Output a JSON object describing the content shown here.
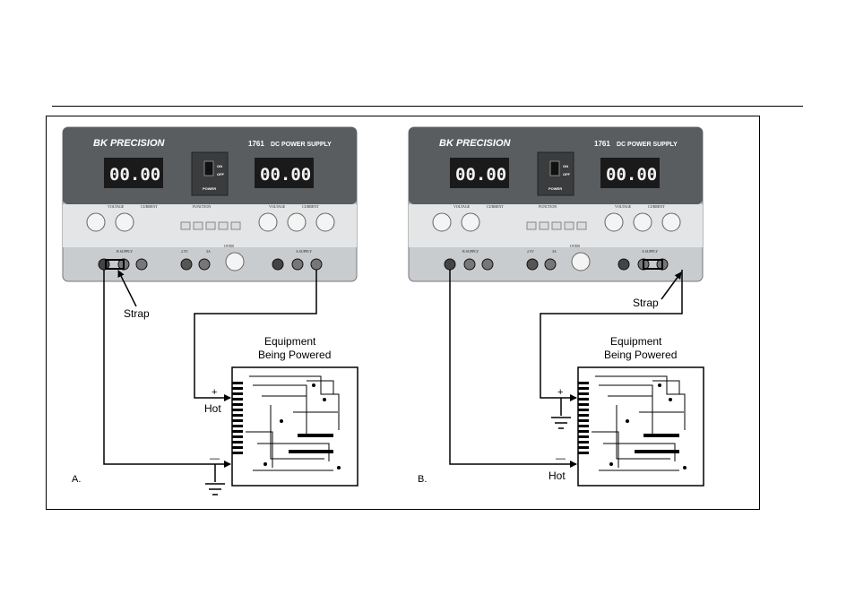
{
  "figures": [
    {
      "id": "a",
      "panel_label": "A.",
      "strap_label": "Strap",
      "load_title_1": "Equipment",
      "load_title_2": "Being Powered",
      "hot_label": "Hot",
      "plus_label": "+",
      "minus_label": "—",
      "hot_side": "plus",
      "strap_side": "left",
      "ground_side": "minus"
    },
    {
      "id": "b",
      "panel_label": "B.",
      "strap_label": "Strap",
      "load_title_1": "Equipment",
      "load_title_2": "Being Powered",
      "hot_label": "Hot",
      "plus_label": "+",
      "minus_label": "—",
      "hot_side": "minus",
      "strap_side": "right",
      "ground_side": "plus"
    }
  ],
  "supply": {
    "brand": "BK PRECISION",
    "model": "1761",
    "title": "DC POWER SUPPLY",
    "display_left": "00.00",
    "display_right": "00.00",
    "power_label": "POWER",
    "on_label": "ON",
    "off_label": "OFF",
    "knob_voltage": "VOLTAGE",
    "knob_current": "CURRENT",
    "function_label": "FUNCTION",
    "supply_b_label": "B SUPPLY",
    "supply_a_label": "A SUPPLY",
    "fixed_v_label": "2.5V",
    "fixed_a_label": "3A",
    "over_label": "OVER"
  },
  "colors": {
    "panel_top": "#5a5d60",
    "panel_body": "#d8dadc",
    "display_bg": "#1a1a1a",
    "wire": "#000000"
  }
}
